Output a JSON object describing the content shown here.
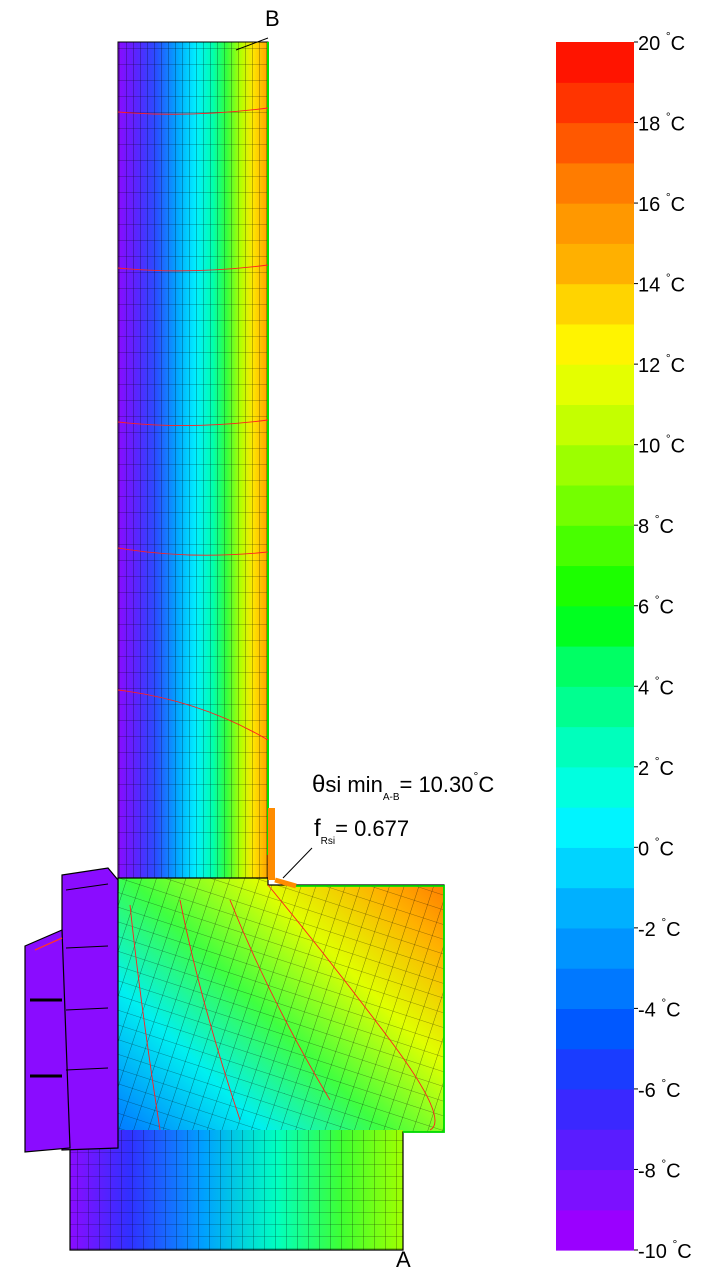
{
  "figure": {
    "point_b_label": "B",
    "point_a_label": "A",
    "annotation": {
      "theta_symbol": "θ",
      "theta_text": "si min",
      "theta_subscript": "A-B",
      "theta_value": "= 10.30",
      "theta_unit_degree": "°",
      "theta_unit": "C",
      "f_symbol": "f",
      "f_subscript": "Rsi",
      "f_value": "= 0.677"
    }
  },
  "legend": {
    "unit_degree": "°",
    "unit": "C",
    "colors": [
      "#9a00ff",
      "#7c10ff",
      "#5a1cff",
      "#3a28ff",
      "#1a3cff",
      "#0058ff",
      "#0078ff",
      "#0094ff",
      "#00b0ff",
      "#00d4ff",
      "#00f4ff",
      "#00ffe0",
      "#00ffbc",
      "#00ff90",
      "#00ff64",
      "#00ff20",
      "#1cff00",
      "#48ff00",
      "#74ff00",
      "#9cff00",
      "#c4ff00",
      "#e4ff00",
      "#fff400",
      "#ffd400",
      "#ffb000",
      "#ff9800",
      "#ff7c00",
      "#ff5800",
      "#ff3400",
      "#ff1400"
    ],
    "ticks": [
      {
        "label": "20"
      },
      {
        "label": "18"
      },
      {
        "label": "16"
      },
      {
        "label": "14"
      },
      {
        "label": "12"
      },
      {
        "label": "10"
      },
      {
        "label": "8"
      },
      {
        "label": "6"
      },
      {
        "label": "4"
      },
      {
        "label": "2"
      },
      {
        "label": "0"
      },
      {
        "label": "-2"
      },
      {
        "label": "-4"
      },
      {
        "label": "-6"
      },
      {
        "label": "-8"
      },
      {
        "label": "-10"
      }
    ]
  }
}
